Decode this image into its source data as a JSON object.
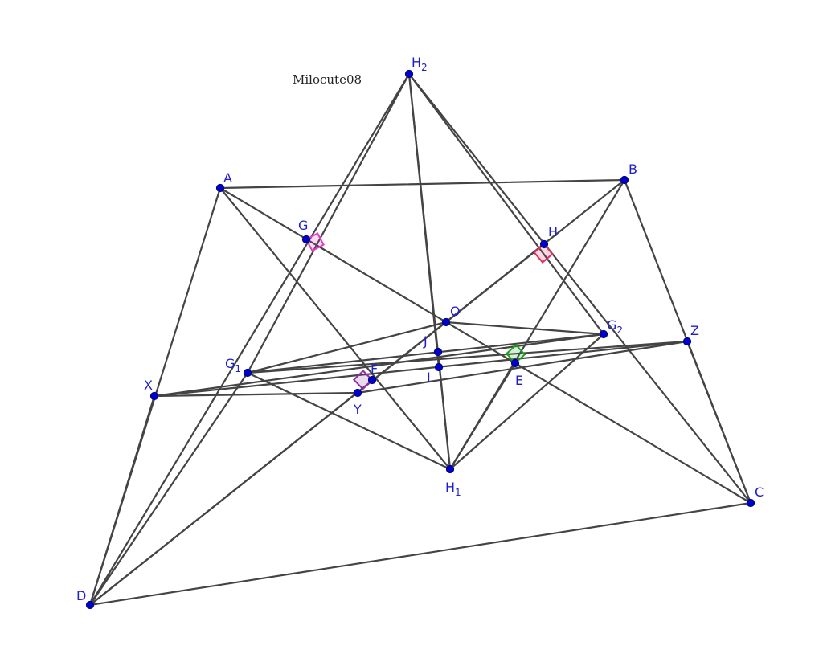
{
  "watermark": "Milocute08",
  "colors": {
    "line": "#444444",
    "point": "#0000cc",
    "label": "#2020c8"
  },
  "points": [
    {
      "id": "A",
      "label": "A",
      "sub": ""
    },
    {
      "id": "B",
      "label": "B",
      "sub": ""
    },
    {
      "id": "C",
      "label": "C",
      "sub": ""
    },
    {
      "id": "D",
      "label": "D",
      "sub": ""
    },
    {
      "id": "H2",
      "label": "H",
      "sub": "2"
    },
    {
      "id": "H1",
      "label": "H",
      "sub": "1"
    },
    {
      "id": "G",
      "label": "G",
      "sub": ""
    },
    {
      "id": "H",
      "label": "H",
      "sub": ""
    },
    {
      "id": "O",
      "label": "O",
      "sub": ""
    },
    {
      "id": "G2",
      "label": "G",
      "sub": "2"
    },
    {
      "id": "Z",
      "label": "Z",
      "sub": ""
    },
    {
      "id": "J",
      "label": "J",
      "sub": ""
    },
    {
      "id": "I",
      "label": "I",
      "sub": ""
    },
    {
      "id": "E",
      "label": "E",
      "sub": ""
    },
    {
      "id": "G1",
      "label": "G",
      "sub": "1"
    },
    {
      "id": "F",
      "label": "F",
      "sub": ""
    },
    {
      "id": "X",
      "label": "X",
      "sub": ""
    },
    {
      "id": "Y",
      "label": "Y",
      "sub": ""
    }
  ],
  "segments": [
    [
      "A",
      "B"
    ],
    [
      "B",
      "C"
    ],
    [
      "C",
      "D"
    ],
    [
      "D",
      "A"
    ],
    [
      "A",
      "C"
    ],
    [
      "B",
      "D"
    ],
    [
      "A",
      "H1"
    ],
    [
      "B",
      "H1"
    ],
    [
      "H2",
      "D"
    ],
    [
      "H2",
      "C"
    ],
    [
      "H2",
      "H1"
    ],
    [
      "H2",
      "I"
    ],
    [
      "H2",
      "G1"
    ],
    [
      "H2",
      "G2"
    ],
    [
      "G1",
      "G2"
    ],
    [
      "G1",
      "H1"
    ],
    [
      "G2",
      "H1"
    ],
    [
      "X",
      "Z"
    ],
    [
      "X",
      "G2"
    ],
    [
      "G1",
      "Z"
    ],
    [
      "X",
      "Y"
    ],
    [
      "Y",
      "Z"
    ],
    [
      "D",
      "G1"
    ],
    [
      "D",
      "O"
    ],
    [
      "O",
      "H"
    ],
    [
      "O",
      "G1"
    ],
    [
      "O",
      "G2"
    ],
    [
      "X",
      "D"
    ],
    [
      "Z",
      "C"
    ],
    [
      "H1",
      "E"
    ],
    [
      "H1",
      "J"
    ]
  ],
  "right_angles": [
    {
      "at": "G",
      "color": "#e040c0"
    },
    {
      "at": "H",
      "color": "#e03060"
    },
    {
      "at": "E",
      "color": "#20a020"
    },
    {
      "at": "F",
      "color": "#9030a0"
    }
  ]
}
